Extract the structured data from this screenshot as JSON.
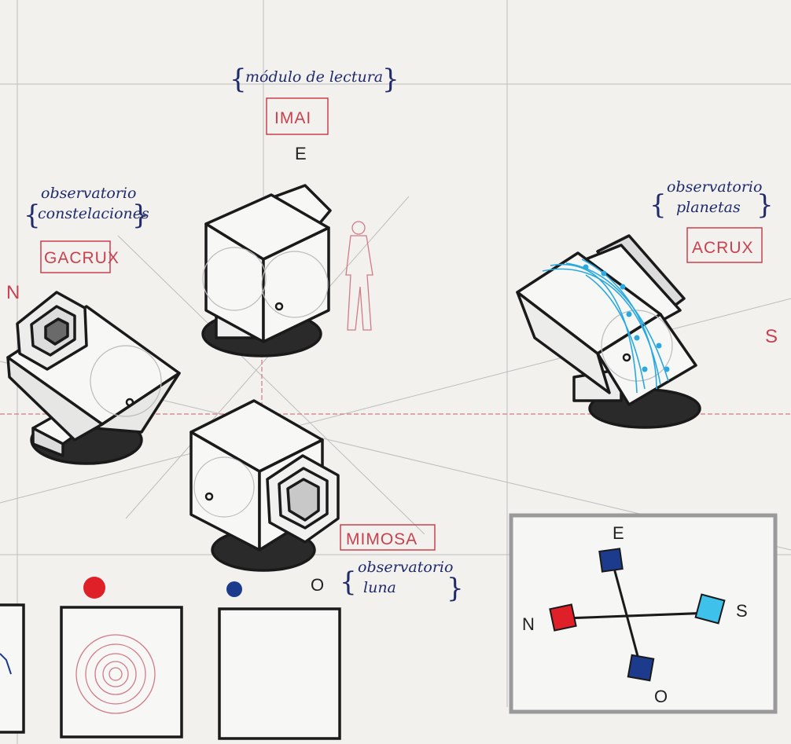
{
  "labels": {
    "modulo": "módulo de lectura",
    "imai": "IMAI",
    "e_top": "E",
    "obs_const_1": "observatorio",
    "obs_const_2": "constelaciones",
    "gacrux": "GACRUX",
    "n_left": "N",
    "obs_plan_1": "observatorio",
    "obs_plan_2": "planetas",
    "acrux": "ACRUX",
    "s_right": "S",
    "mimosa": "MIMOSA",
    "obs_luna_1": "observatorio",
    "obs_luna_2": "luna",
    "o_bottom": "O"
  },
  "compass": {
    "e": "E",
    "n": "N",
    "s": "S",
    "o": "O"
  },
  "colors": {
    "paper": "#f3f1ee",
    "ink": "#1a1a1a",
    "pen_blue": "#1f2b6b",
    "label_red": "#c9414f",
    "guide": "#b8b8b8",
    "cyan": "#2aa8e0",
    "marker_red": "#e02028",
    "marker_navy": "#1c3b8c"
  }
}
